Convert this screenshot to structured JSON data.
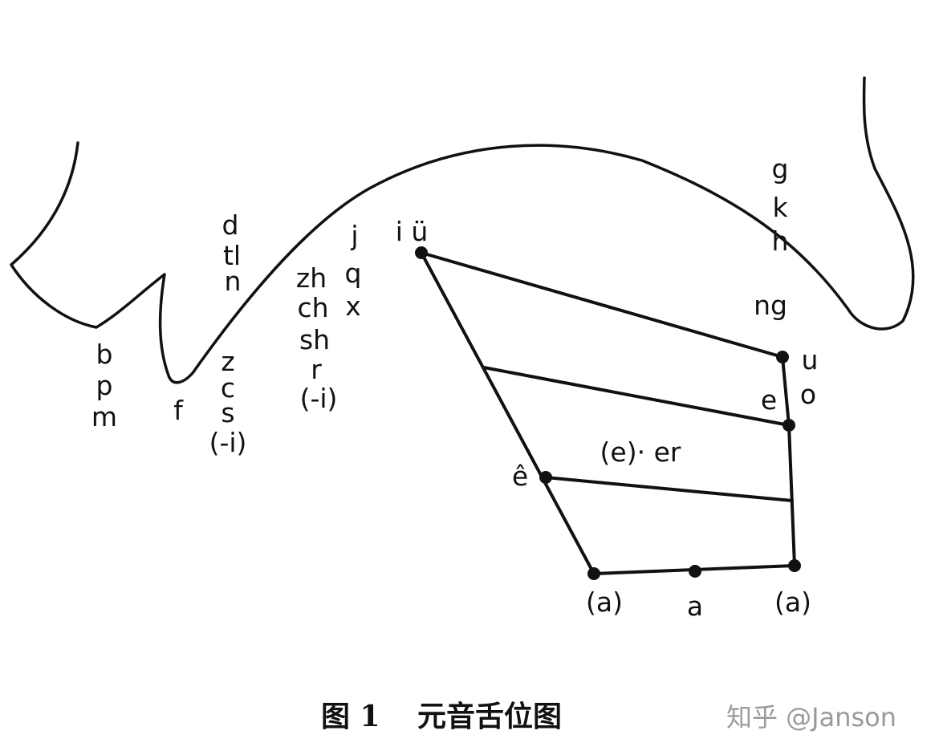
{
  "caption": {
    "figure_number": "图 1",
    "title": "元音舌位图"
  },
  "watermark": "知乎 @Janson",
  "consonants": {
    "labial": [
      "b",
      "p",
      "m"
    ],
    "labiodental": "f",
    "alveolar_top": [
      "d",
      "tl",
      "n"
    ],
    "dental_sibilants": [
      "z",
      "c",
      "s",
      "(-i)"
    ],
    "retroflex": [
      "zh",
      "ch",
      "sh",
      "r",
      "(-i)"
    ],
    "palatal": [
      "j",
      "q",
      "x"
    ],
    "velar": [
      "g",
      "k",
      "h"
    ],
    "velar_nasal": "ng"
  },
  "vowels": {
    "front_high": "i ü",
    "back_high_rounded": "u",
    "back_mid_rounded": "o",
    "back_mid": "e",
    "central": "(e)· er",
    "front_mid": "ê",
    "front_low": "(a)",
    "central_low": "a",
    "back_low": "(a)"
  },
  "colors": {
    "ink": "#111111",
    "watermark": "#9a9a9a",
    "background": "#ffffff"
  }
}
